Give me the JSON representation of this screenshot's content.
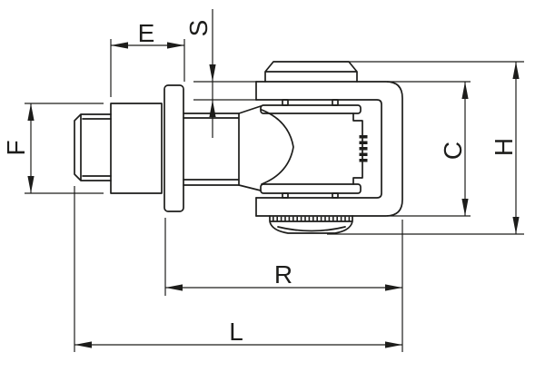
{
  "colors": {
    "line": "#1d1d1b",
    "background": "#ffffff"
  },
  "dimensions": {
    "E": {
      "label": "E",
      "orientation": "horizontal"
    },
    "S": {
      "label": "S",
      "orientation": "vertical"
    },
    "F": {
      "label": "F",
      "orientation": "vertical"
    },
    "C": {
      "label": "C",
      "orientation": "vertical"
    },
    "H": {
      "label": "H",
      "orientation": "vertical"
    },
    "R": {
      "label": "R",
      "orientation": "horizontal"
    },
    "L": {
      "label": "L",
      "orientation": "horizontal"
    }
  }
}
